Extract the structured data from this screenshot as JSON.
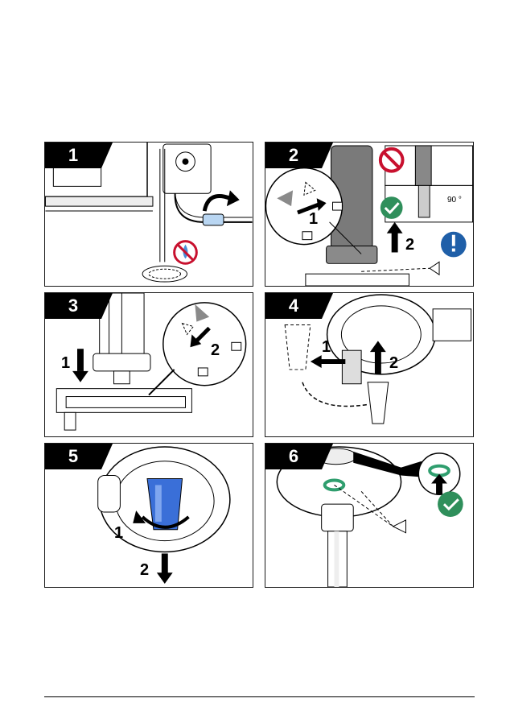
{
  "panels": [
    {
      "step": "1"
    },
    {
      "step": "2",
      "callouts": [
        "1",
        "2"
      ],
      "angle": "90 °"
    },
    {
      "step": "3",
      "callouts": [
        "1",
        "2"
      ]
    },
    {
      "step": "4",
      "callouts": [
        "1",
        "2"
      ]
    },
    {
      "step": "5",
      "callouts": [
        "1",
        "2"
      ]
    },
    {
      "step": "6"
    }
  ],
  "colors": {
    "prohibit": "#c8102e",
    "ok": "#2f8f5b",
    "notice": "#1f5fa8",
    "blue_part": "#3a6fd8",
    "gasket": "#2f9e6e",
    "grey_part": "#7a7a7a"
  },
  "icons": {
    "prohibit": "prohibited-sign-icon",
    "ok": "checkmark-icon",
    "notice": "exclamation-icon",
    "eye": "eye-icon",
    "lock": "lock-icon",
    "unlock": "unlock-icon"
  }
}
